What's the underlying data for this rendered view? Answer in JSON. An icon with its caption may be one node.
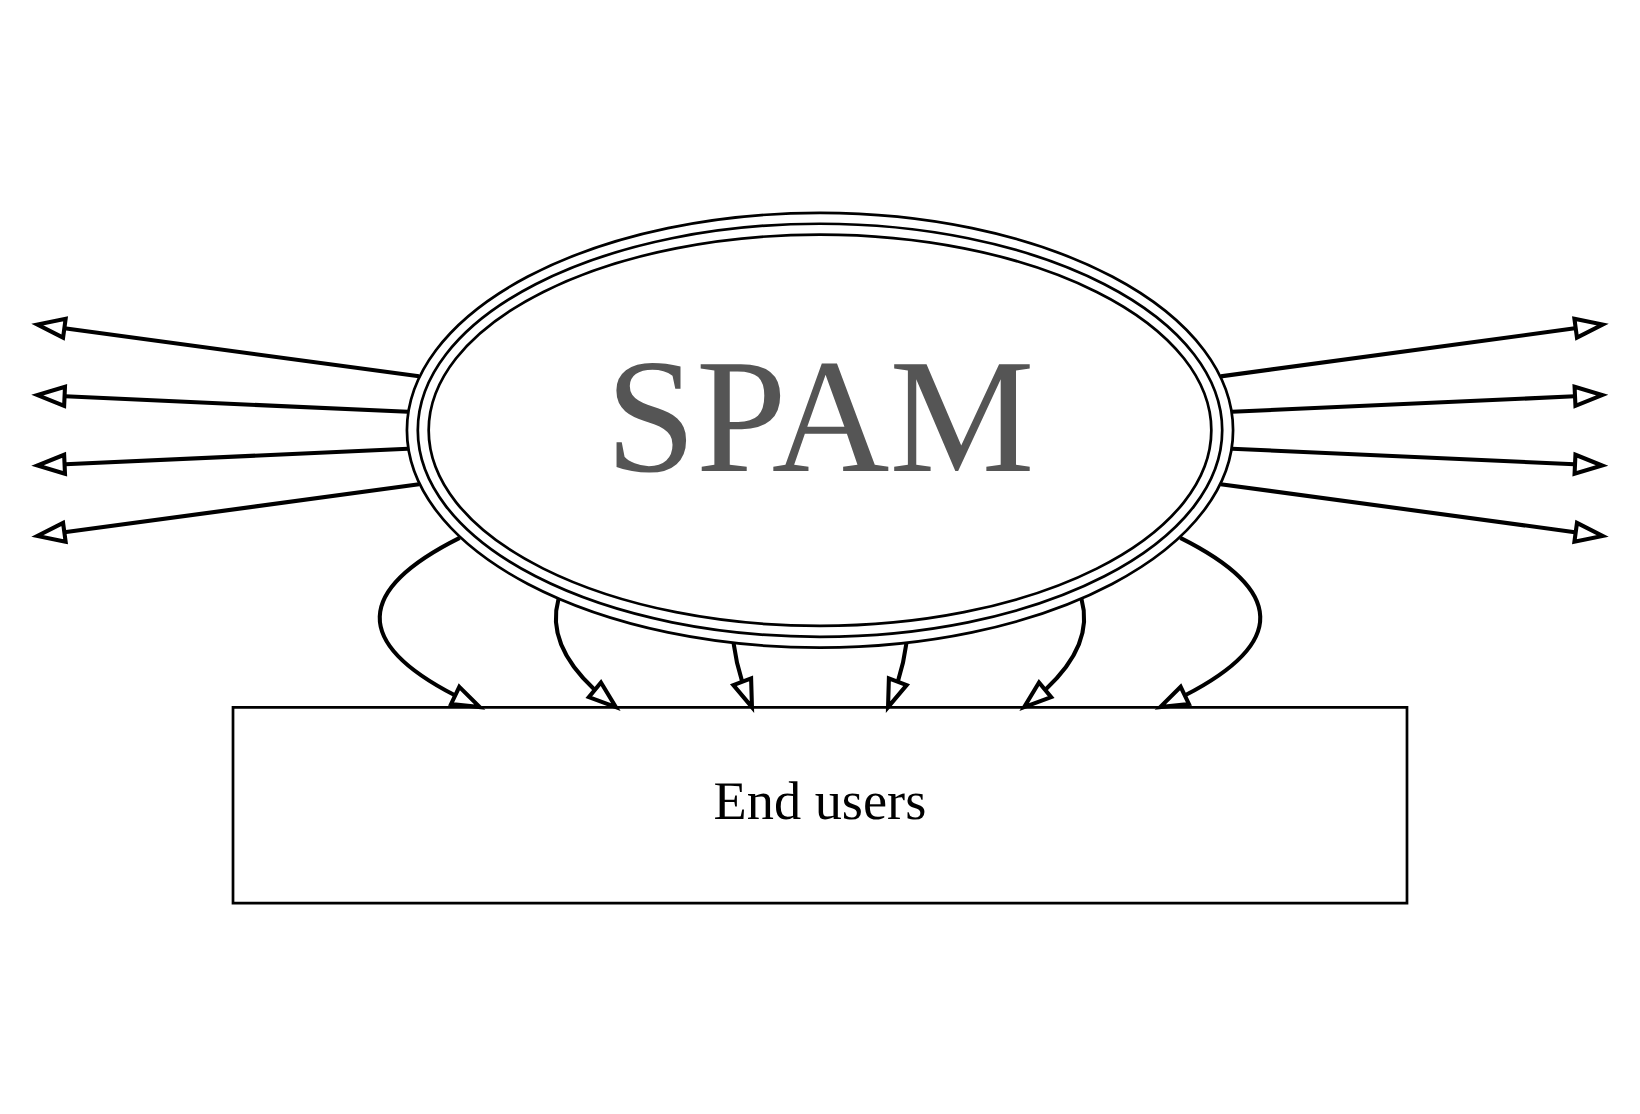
{
  "diagram": {
    "nodes": [
      {
        "text": [
          "SPAM"
        ]
      },
      {
        "text": [
          "End users"
        ]
      }
    ],
    "edges": [
      {
        "from": 0,
        "to": null,
        "arrow": "to"
      },
      {
        "from": 0,
        "to": null,
        "arrow": "to"
      },
      {
        "from": 0,
        "to": null,
        "arrow": "to"
      },
      {
        "from": 0,
        "to": null,
        "arrow": "to"
      },
      {
        "from": 0,
        "to": null,
        "arrow": "to"
      },
      {
        "from": 0,
        "to": null,
        "arrow": "to"
      },
      {
        "from": 0,
        "to": null,
        "arrow": "to"
      },
      {
        "from": 0,
        "to": null,
        "arrow": "to"
      },
      {
        "from": 0,
        "to": 1,
        "arrow": "to"
      },
      {
        "from": 0,
        "to": 1,
        "arrow": "to"
      },
      {
        "from": 0,
        "to": 1,
        "arrow": "to"
      },
      {
        "from": 0,
        "to": 1,
        "arrow": "to"
      },
      {
        "from": 0,
        "to": 1,
        "arrow": "to"
      },
      {
        "from": 0,
        "to": 1,
        "arrow": "to"
      }
    ]
  }
}
